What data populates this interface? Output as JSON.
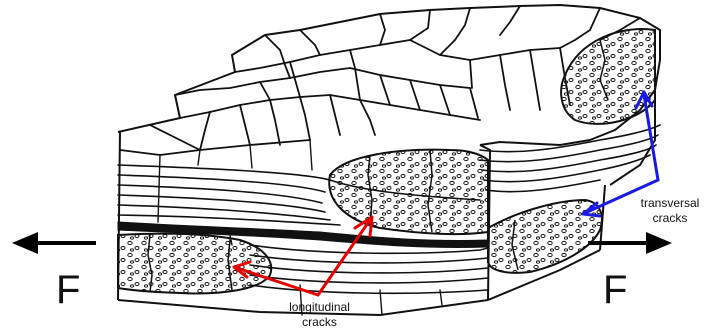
{
  "labels": {
    "force_left": "F",
    "force_right": "F",
    "transversal": [
      "transversal",
      "cracks"
    ],
    "longitudinal": [
      "longitudinal",
      "cracks"
    ]
  },
  "colors": {
    "ink": "#111111",
    "longitudinal_arrow": "#e60000",
    "transversal_arrow": "#1a1ae6",
    "force_arrow": "#000000"
  },
  "icons": {
    "force_left": "arrow-left",
    "force_right": "arrow-right"
  }
}
